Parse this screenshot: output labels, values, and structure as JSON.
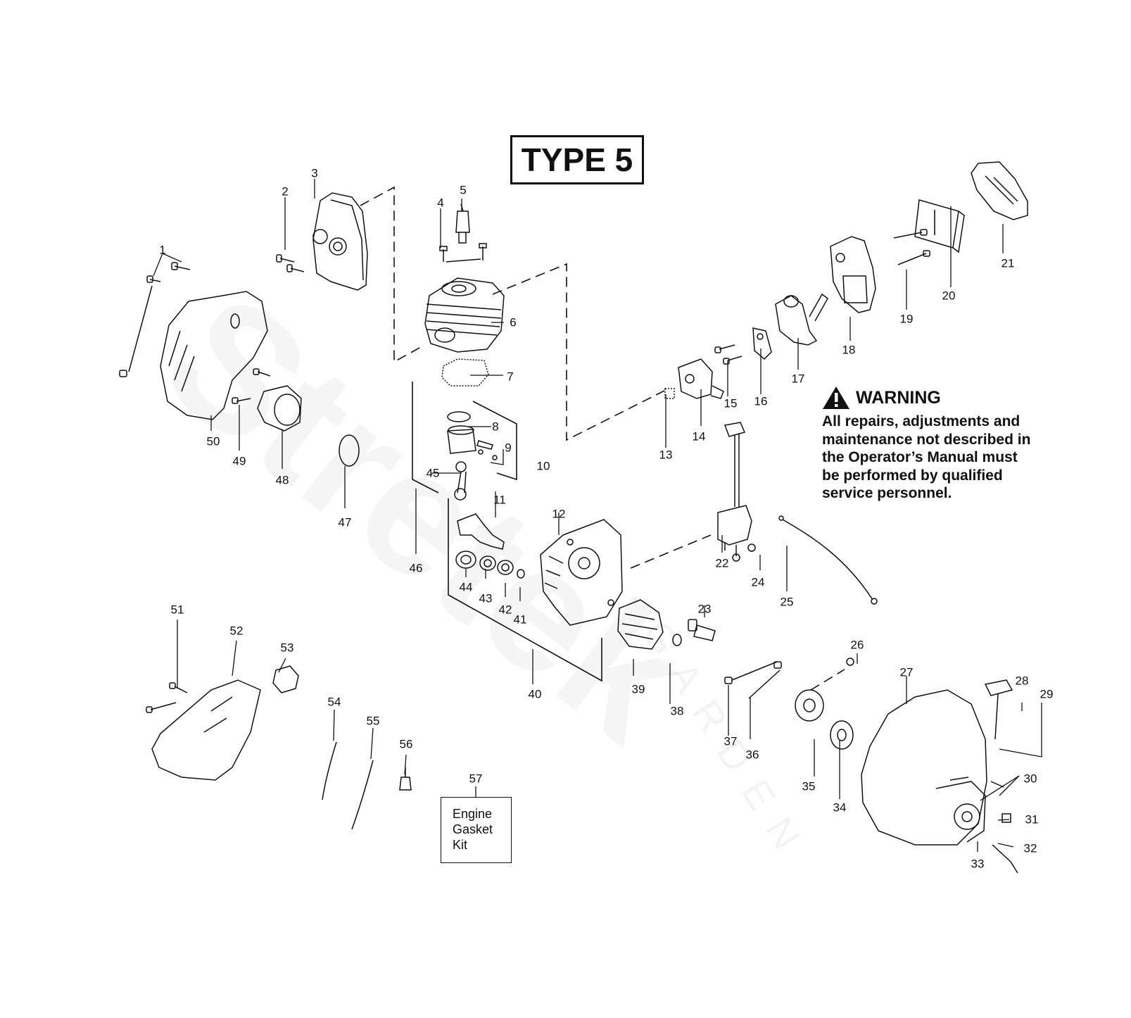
{
  "title": "TYPE 5",
  "warning": {
    "heading": "WARNING",
    "lines": [
      "All repairs, adjustments and",
      "maintenance not described in",
      "the Operator’s Manual must",
      "be performed by qualified",
      "service personnel."
    ]
  },
  "kit_box": {
    "lines": [
      "Engine",
      "Gasket",
      "Kit"
    ]
  },
  "watermark": {
    "brand": "Stretek",
    "sub": "GARDEN"
  },
  "callouts": [
    "1",
    "2",
    "3",
    "4",
    "5",
    "6",
    "7",
    "8",
    "9",
    "10",
    "11",
    "12",
    "13",
    "14",
    "15",
    "16",
    "17",
    "18",
    "19",
    "20",
    "21",
    "22",
    "23",
    "24",
    "25",
    "26",
    "27",
    "28",
    "29",
    "30",
    "31",
    "32",
    "33",
    "34",
    "35",
    "36",
    "37",
    "38",
    "39",
    "40",
    "41",
    "42",
    "43",
    "44",
    "45",
    "46",
    "47",
    "48",
    "49",
    "50",
    "51",
    "52",
    "53",
    "54",
    "55",
    "56",
    "57"
  ]
}
